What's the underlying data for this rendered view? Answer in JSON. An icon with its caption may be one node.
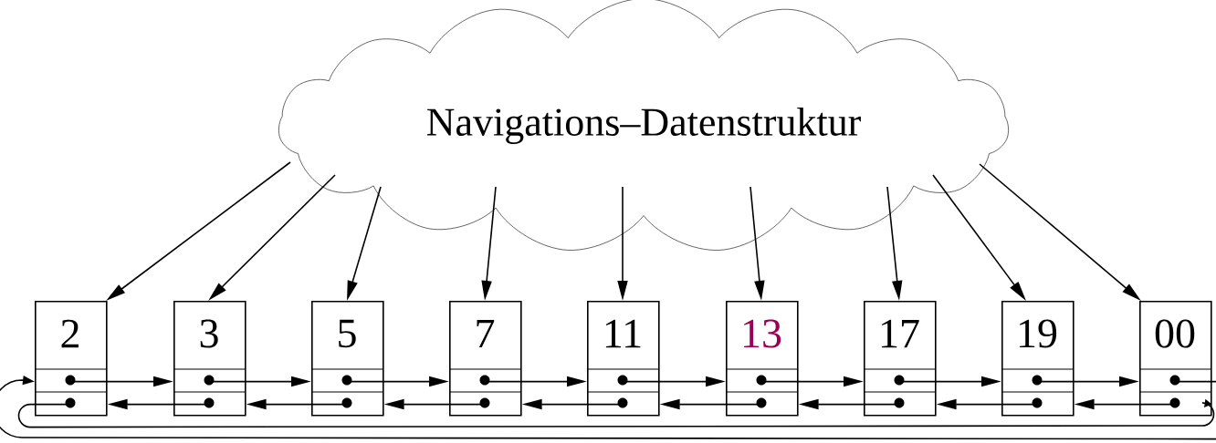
{
  "diagram": {
    "nodes": [
      {
        "text": [
          "Navigations–Datenstruktur"
        ]
      },
      {
        "text": [
          "2"
        ]
      },
      {
        "text": [
          "3"
        ]
      },
      {
        "text": [
          "5"
        ]
      },
      {
        "text": [
          "7"
        ]
      },
      {
        "text": [
          "11"
        ]
      },
      {
        "text": [
          "13"
        ]
      },
      {
        "text": [
          "17"
        ]
      },
      {
        "text": [
          "19"
        ]
      },
      {
        "text": [
          "00"
        ]
      }
    ],
    "edges": [
      {
        "from": 0,
        "to": 1,
        "arrow": "to"
      },
      {
        "from": 0,
        "to": 2,
        "arrow": "to"
      },
      {
        "from": 0,
        "to": 3,
        "arrow": "to"
      },
      {
        "from": 0,
        "to": 4,
        "arrow": "to"
      },
      {
        "from": 0,
        "to": 5,
        "arrow": "to"
      },
      {
        "from": 0,
        "to": 6,
        "arrow": "to"
      },
      {
        "from": 0,
        "to": 7,
        "arrow": "to"
      },
      {
        "from": 0,
        "to": 8,
        "arrow": "to"
      },
      {
        "from": 0,
        "to": 9,
        "arrow": "to"
      },
      {
        "from": 1,
        "to": 2,
        "arrow": "to"
      },
      {
        "from": 2,
        "to": 3,
        "arrow": "to"
      },
      {
        "from": 3,
        "to": 4,
        "arrow": "to"
      },
      {
        "from": 4,
        "to": 5,
        "arrow": "to"
      },
      {
        "from": 5,
        "to": 6,
        "arrow": "to"
      },
      {
        "from": 6,
        "to": 7,
        "arrow": "to"
      },
      {
        "from": 7,
        "to": 8,
        "arrow": "to"
      },
      {
        "from": 8,
        "to": 9,
        "arrow": "to"
      },
      {
        "from": 2,
        "to": 1,
        "arrow": "to"
      },
      {
        "from": 3,
        "to": 2,
        "arrow": "to"
      },
      {
        "from": 4,
        "to": 3,
        "arrow": "to"
      },
      {
        "from": 5,
        "to": 4,
        "arrow": "to"
      },
      {
        "from": 6,
        "to": 5,
        "arrow": "to"
      },
      {
        "from": 7,
        "to": 6,
        "arrow": "to"
      },
      {
        "from": 8,
        "to": 7,
        "arrow": "to"
      },
      {
        "from": 9,
        "to": 8,
        "arrow": "to"
      },
      {
        "from": 9,
        "to": 1,
        "arrow": "to"
      },
      {
        "from": 1,
        "to": 9,
        "arrow": "to"
      }
    ]
  }
}
